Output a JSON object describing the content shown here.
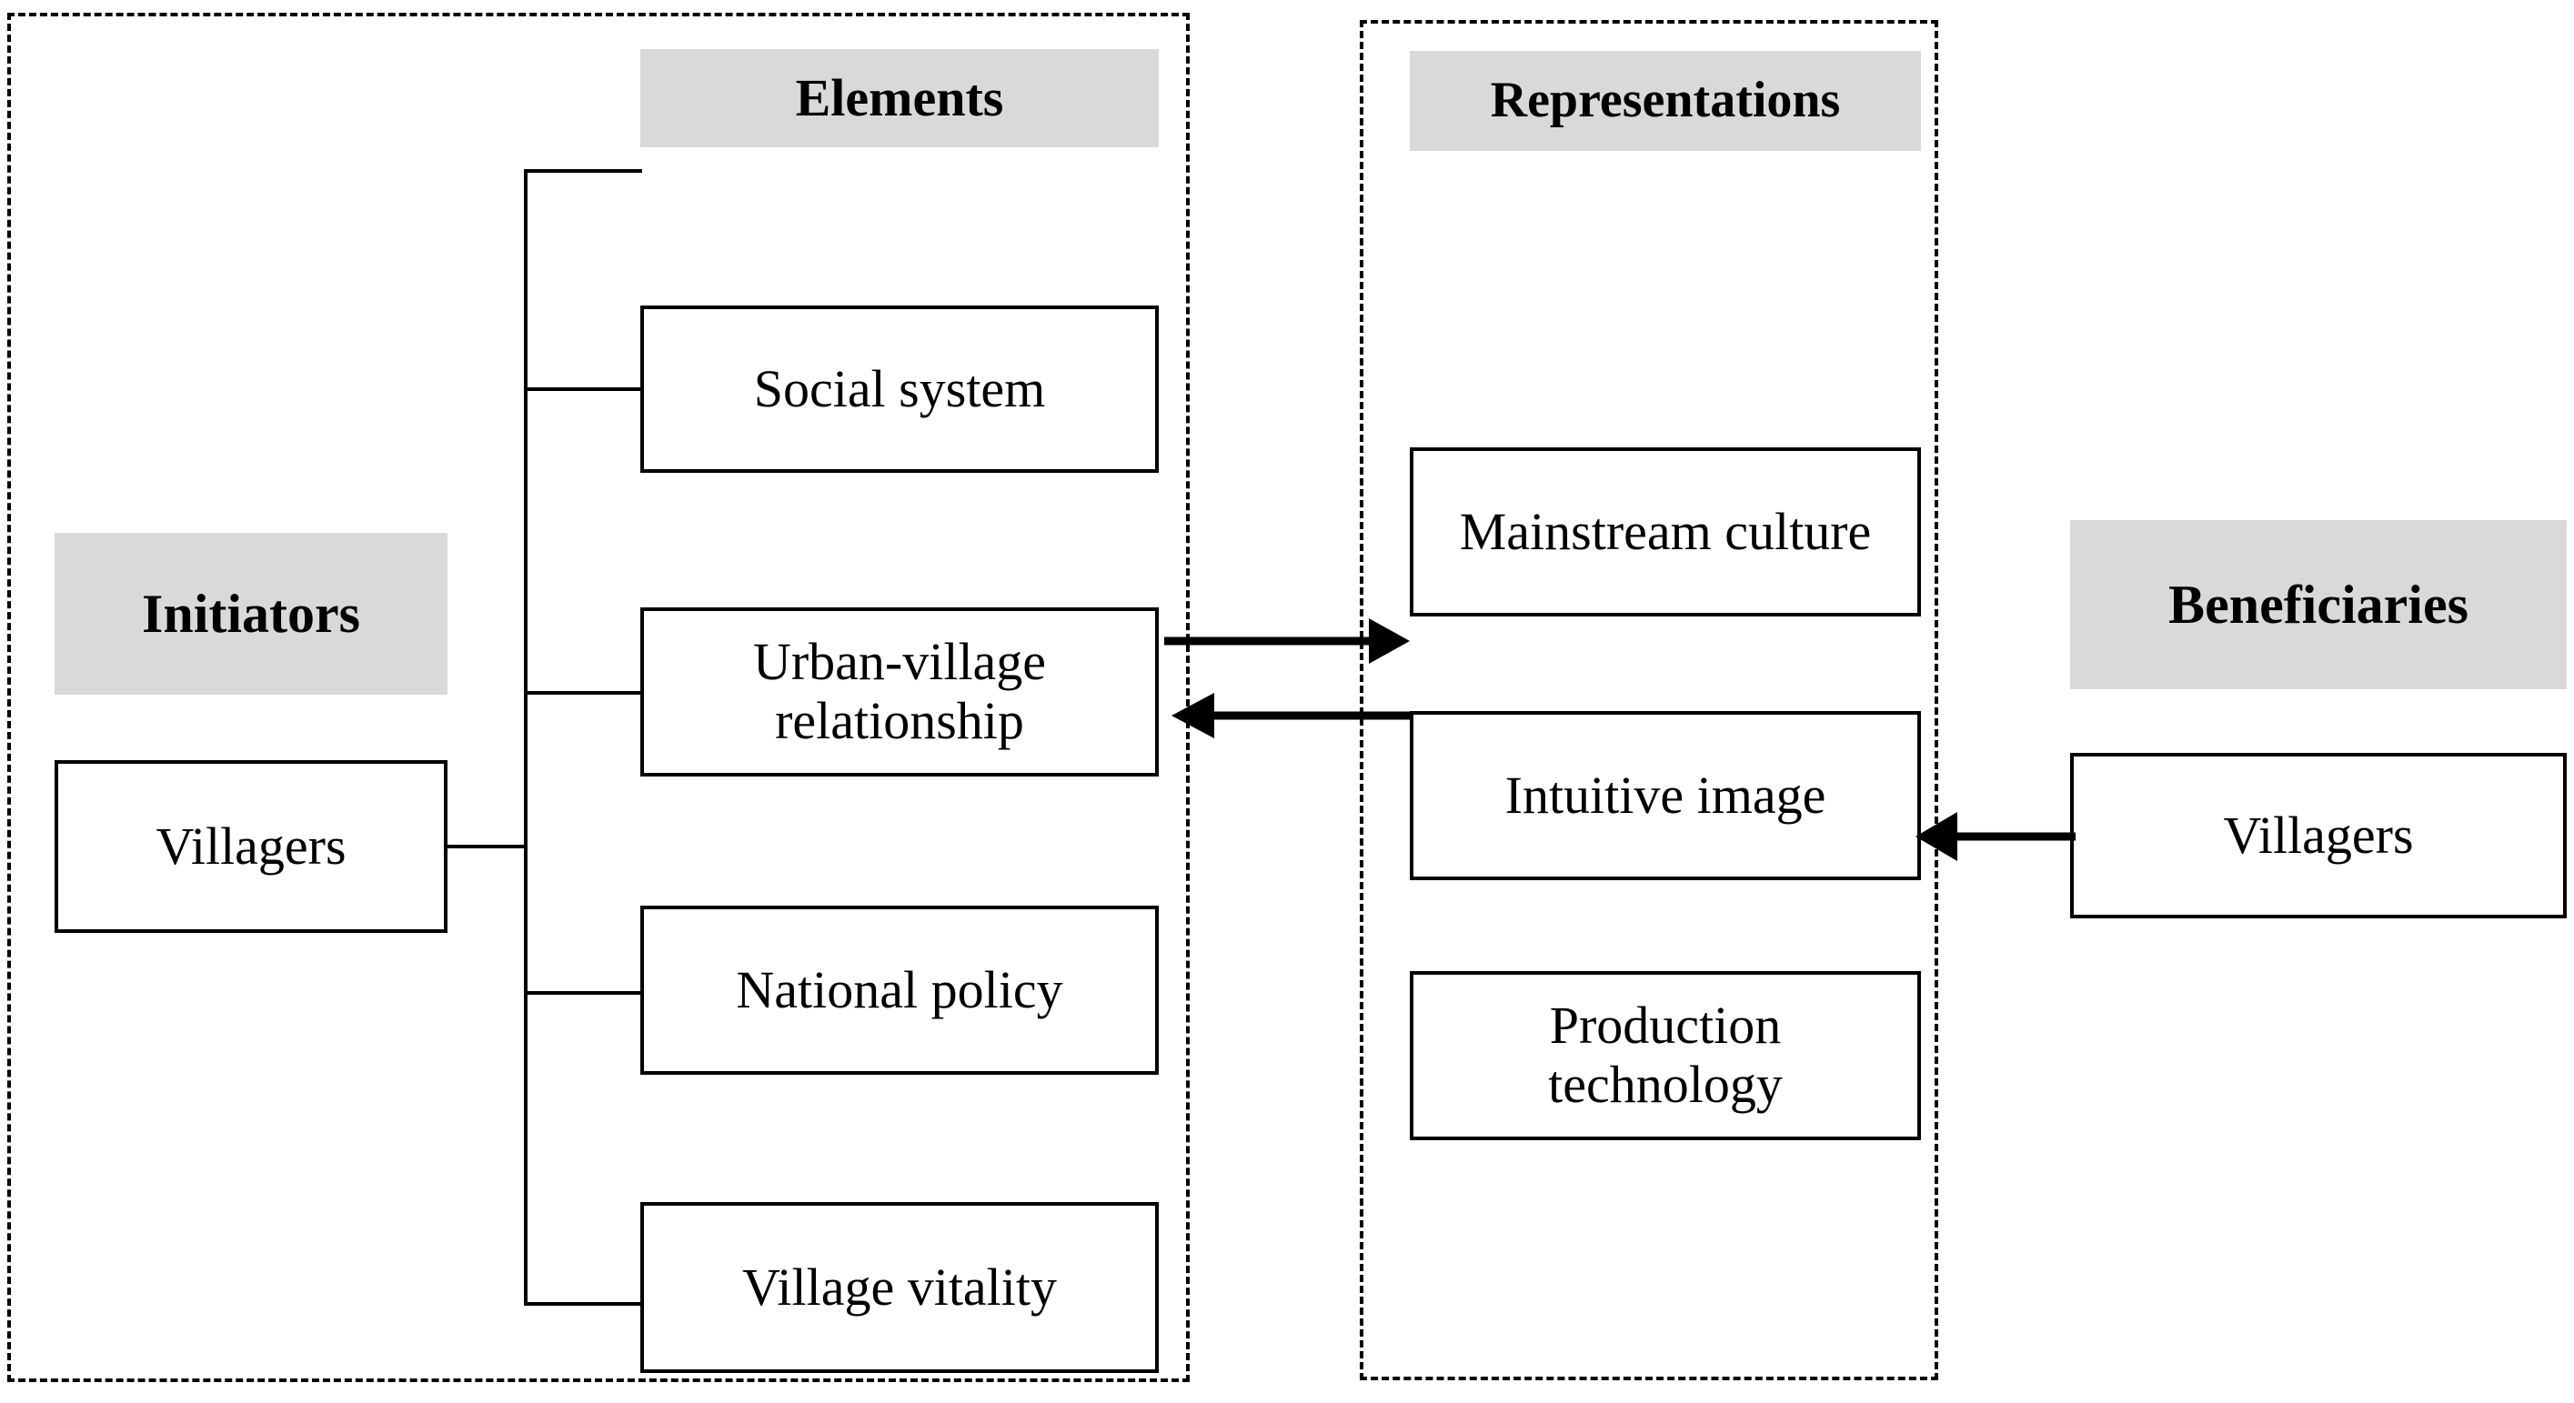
{
  "diagram": {
    "title": "Villagers initiators-elements-representations-beneficiaries framework",
    "colors": {
      "header_fill": "#d9d9d9",
      "line": "#000000",
      "box_fill": "#ffffff",
      "panel_border": "#000000"
    }
  },
  "panels": {
    "left": {
      "name": "left-dashed-panel"
    },
    "right": {
      "name": "right-dashed-panel"
    }
  },
  "initiators": {
    "header": "Initiators",
    "nodes": [
      {
        "label": "Villagers"
      }
    ]
  },
  "elements": {
    "header": "Elements",
    "nodes": [
      {
        "label": "Social system"
      },
      {
        "label": "Urban-village relationship"
      },
      {
        "label": "National policy"
      },
      {
        "label": "Village vitality"
      }
    ]
  },
  "representations": {
    "header": "Representations",
    "nodes": [
      {
        "label": "Mainstream culture"
      },
      {
        "label": "Intuitive image"
      },
      {
        "label": "Production technology"
      }
    ]
  },
  "beneficiaries": {
    "header": "Beneficiaries",
    "nodes": [
      {
        "label": "Villagers"
      }
    ]
  },
  "connectors": {
    "tree": "villagers-to-elements-tree",
    "arrows": [
      {
        "name": "elements-to-representations-arrow",
        "direction": "right"
      },
      {
        "name": "representations-to-elements-arrow",
        "direction": "left"
      },
      {
        "name": "beneficiaries-to-representations-arrow",
        "direction": "left"
      }
    ]
  }
}
